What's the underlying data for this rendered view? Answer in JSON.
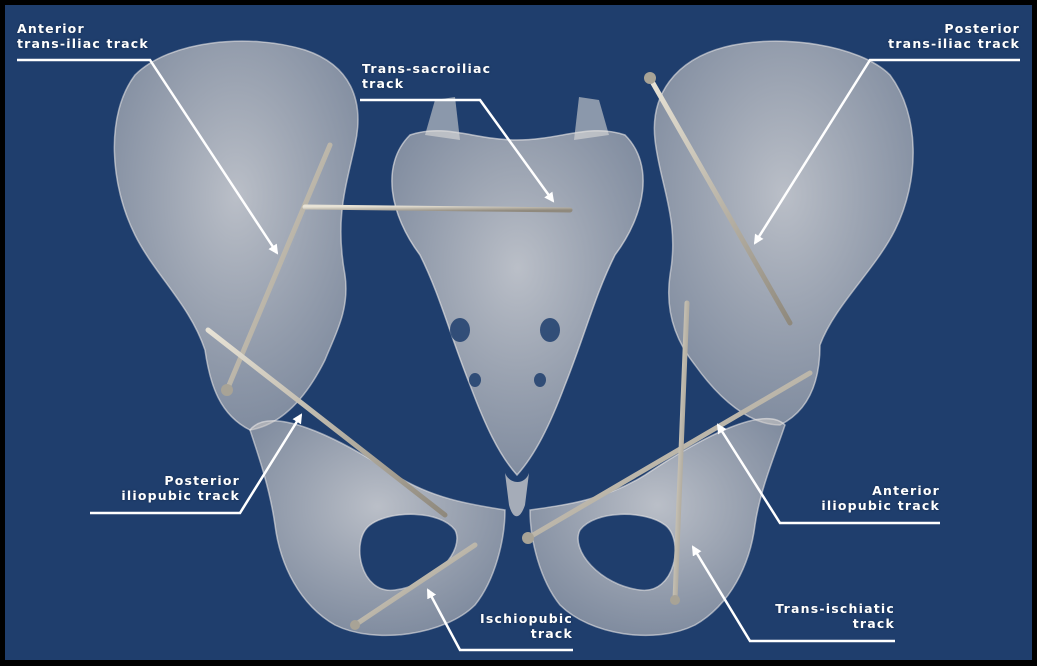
{
  "labels": {
    "anterior_trans_iliac": {
      "line1": "Anterior",
      "line2": "trans-iliac track"
    },
    "trans_sacroiliac": {
      "line1": "Trans-sacroiliac",
      "line2": "track"
    },
    "posterior_trans_iliac": {
      "line1": "Posterior",
      "line2": "trans-iliac track"
    },
    "posterior_iliopubic": {
      "line1": "Posterior",
      "line2": "iliopubic track"
    },
    "anterior_iliopubic": {
      "line1": "Anterior",
      "line2": "iliopubic track"
    },
    "ischiopubic": {
      "line1": "Ischiopubic",
      "line2": "track"
    },
    "trans_ischiatic": {
      "line1": "Trans-ischiatic",
      "line2": "track"
    }
  },
  "colors": {
    "background": "#1f3e6d",
    "frame": "#000000",
    "bone": "#d8d5d2",
    "screw": "#b9b4a8",
    "annotation": "#ffffff"
  }
}
